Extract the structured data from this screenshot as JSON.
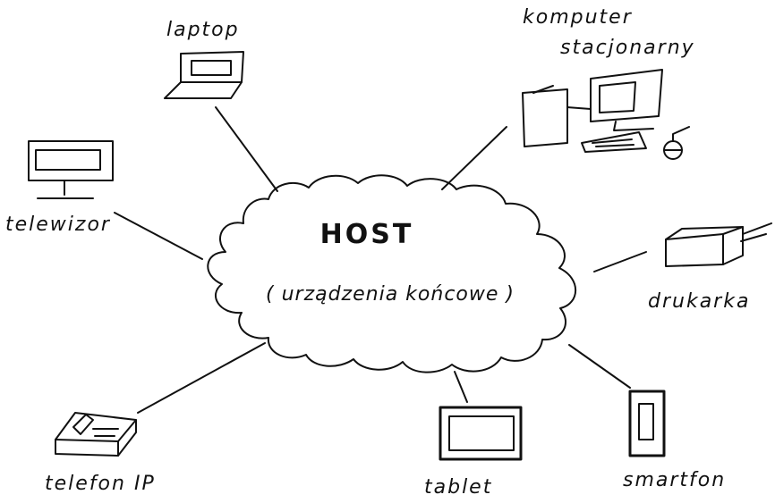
{
  "center": {
    "title": "HOST",
    "subtitle": "( urządzenia końcowe )"
  },
  "devices": {
    "laptop": "laptop",
    "desktop_line1": "komputer",
    "desktop_line2": "stacjonarny",
    "tv": "telewizor",
    "printer": "drukarka",
    "ipphone": "telefon IP",
    "tablet": "tablet",
    "smartphone": "smartfon"
  },
  "colors": {
    "ink": "#111111",
    "background": "#ffffff"
  }
}
